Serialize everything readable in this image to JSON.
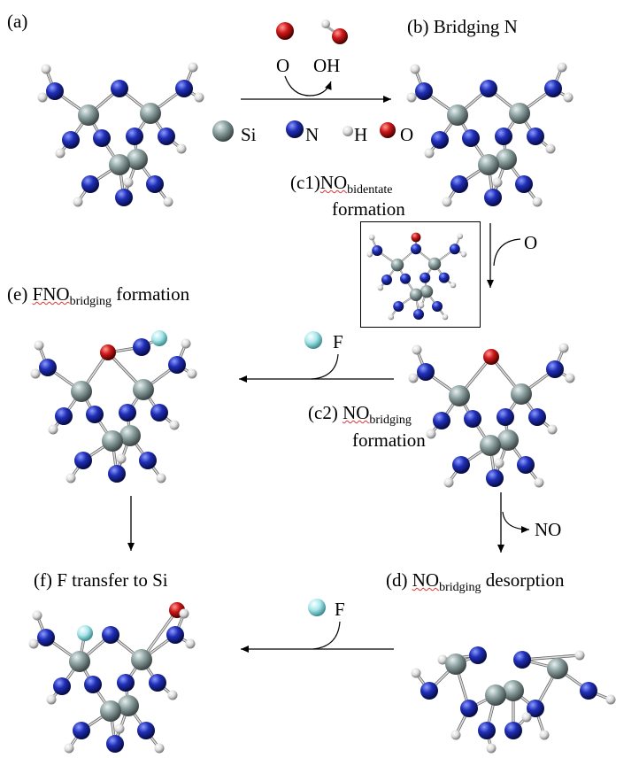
{
  "panels": {
    "a": {
      "label": "(a)"
    },
    "b": {
      "label": "(b) Bridging N"
    },
    "c1": {
      "prefix": "(c1)",
      "no": "NO",
      "sub": "bidentate",
      "line2": "formation"
    },
    "e": {
      "prefix": "(e) ",
      "fno": "FNO",
      "sub": "bridging",
      "suffix": " formation"
    },
    "c2": {
      "prefix": "(c2) ",
      "no": "NO",
      "sub": "bridging",
      "line2": "formation"
    },
    "f": {
      "label": "(f)   F transfer to Si"
    },
    "d": {
      "prefix": "(d)  ",
      "no": "NO",
      "sub": "bridging",
      "suffix": " desorption"
    }
  },
  "reactants_top": {
    "left": "O",
    "right": "OH"
  },
  "legend": [
    {
      "symbol": "Si",
      "color": "#8fa3a3"
    },
    {
      "symbol": "N",
      "color": "#1f2fb8"
    },
    {
      "symbol": "H",
      "color": "#e6e6e6"
    },
    {
      "symbol": "O",
      "color": "#c81414"
    }
  ],
  "arrow_labels": {
    "o_in": "O",
    "f_in_middle": "F",
    "no_out": "NO",
    "f_in_bottom": "F"
  },
  "atom_colors": {
    "Si": "#8fa3a3",
    "N": "#1f2fb8",
    "H": "#e8e8e8",
    "O": "#c81414",
    "F": "#a8e8ec"
  }
}
